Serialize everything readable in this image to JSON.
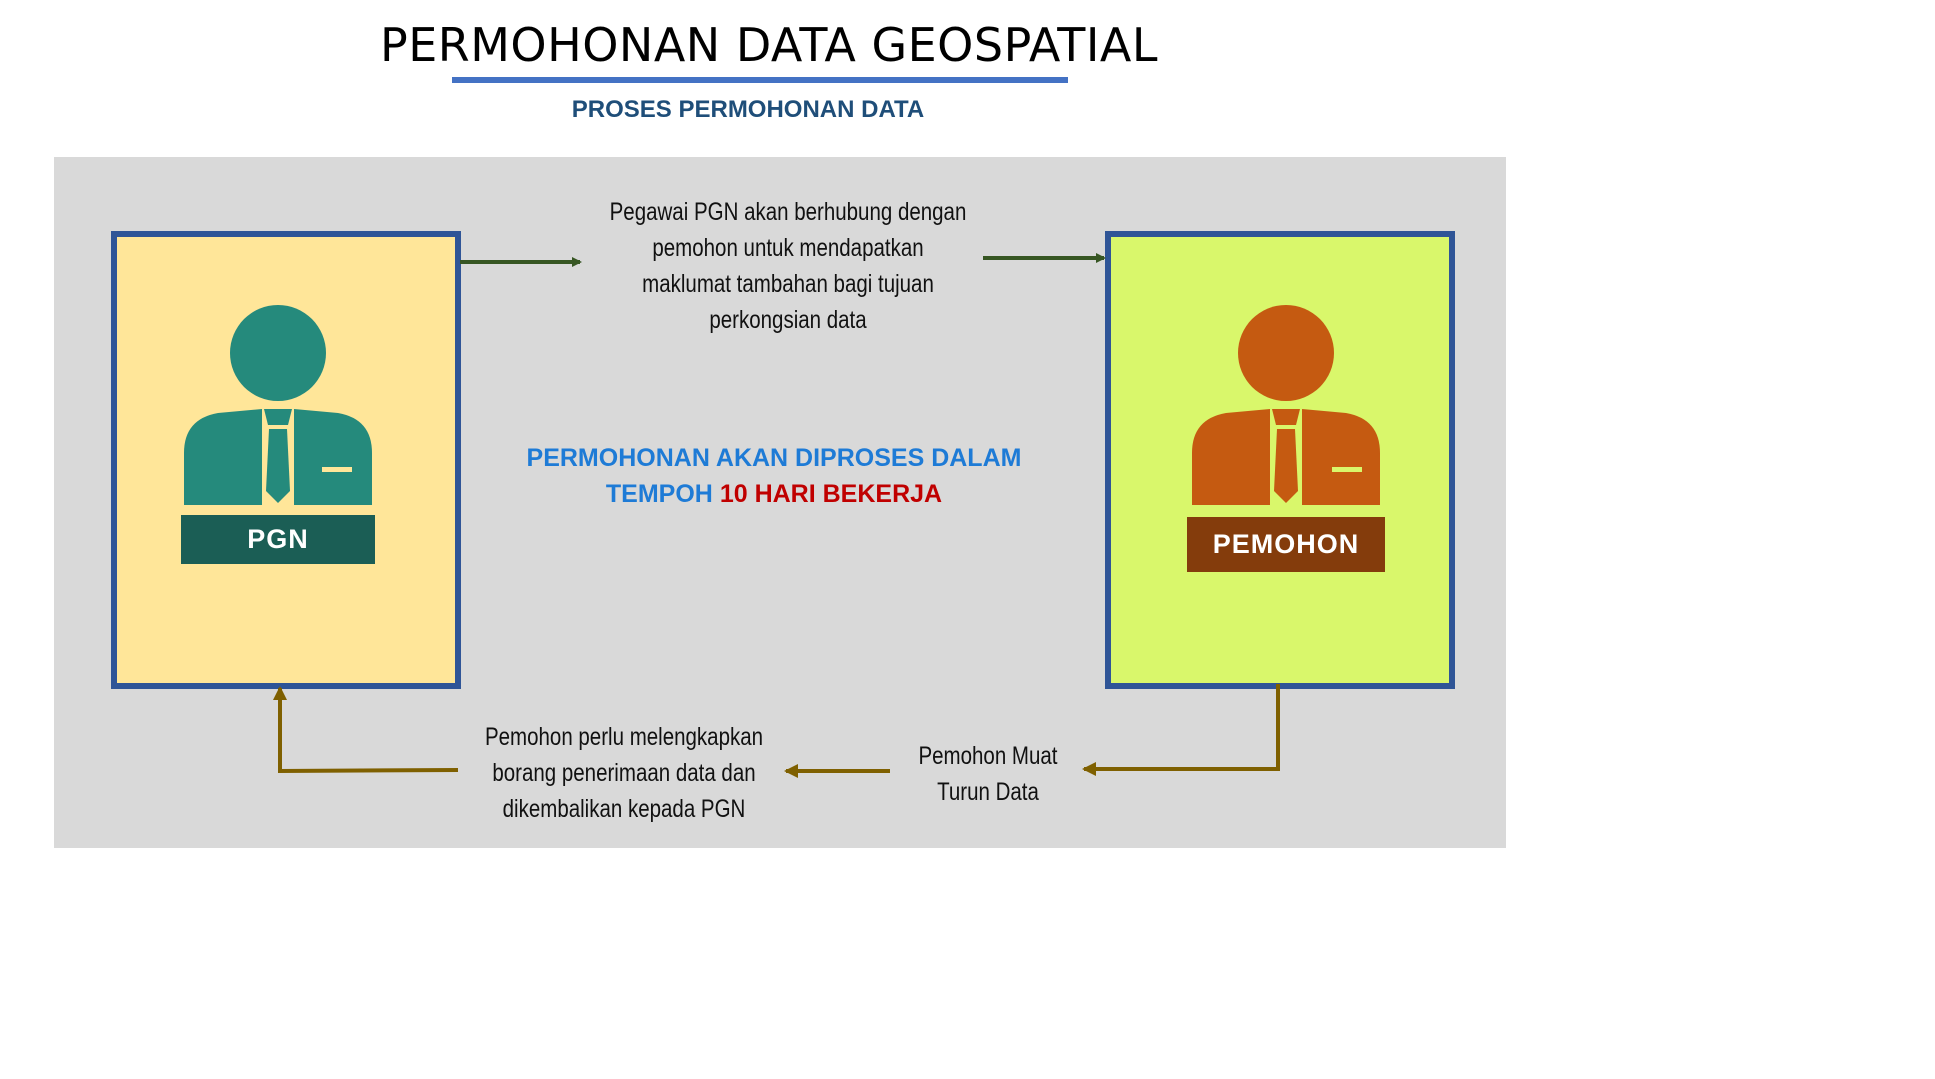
{
  "header": {
    "title": "PERMOHONAN DATA GEOSPATIAL",
    "subtitle": "PROSES PERMOHONAN DATA"
  },
  "actors": {
    "pgn": {
      "label": "PGN",
      "icon": "person-icon",
      "color": "#258a7c",
      "box_color": "#ffe699"
    },
    "pemohon": {
      "label": "PEMOHON",
      "icon": "person-icon",
      "color": "#c55a11",
      "box_color": "#d9f76b"
    }
  },
  "notes": {
    "top_lines": [
      "Pegawai PGN akan berhubung dengan",
      "pemohon untuk mendapatkan",
      "maklumat tambahan bagi tujuan",
      "perkongsian data"
    ],
    "right_lines": [
      "Pemohon Muat",
      "Turun Data"
    ],
    "left_lines": [
      "Pemohon perlu melengkapkan",
      "borang penerimaan data dan",
      "dikembalikan kepada PGN"
    ]
  },
  "center_message": {
    "line1": "PERMOHONAN AKAN DIPROSES DALAM",
    "line2_prefix": "TEMPOH ",
    "line2_highlight": "10 HARI BEKERJA"
  },
  "colors": {
    "accent_blue": "#4472c4",
    "subtitle_blue": "#1f4e79",
    "panel_gray": "#d9d9d9",
    "box_border": "#2f5597",
    "arrow_green": "#375623",
    "arrow_brown": "#7f6000",
    "highlight_red": "#c00000"
  }
}
